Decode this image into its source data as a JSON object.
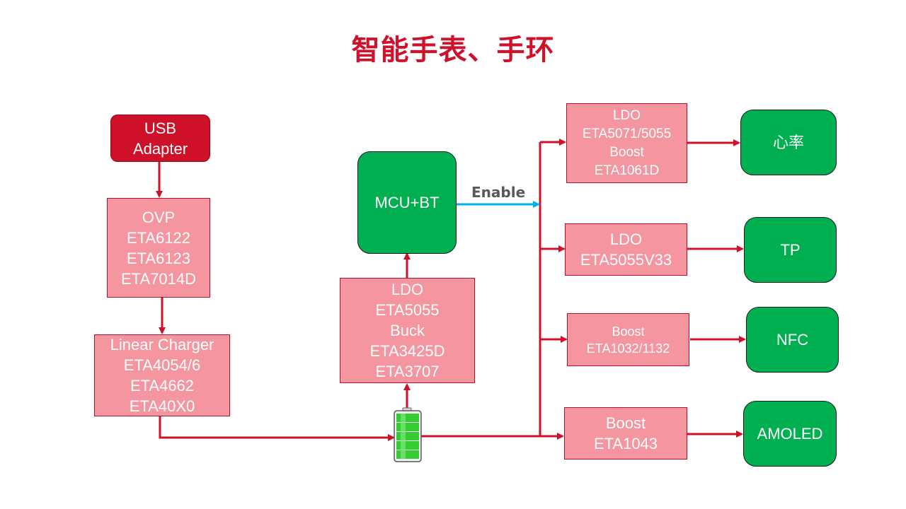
{
  "title": "智能手表、手环",
  "colors": {
    "title": "#d0112b",
    "converter_fill": "#f4959f",
    "load_fill": "#00b050",
    "source_fill": "#ce1128",
    "power_line": "#ce1128",
    "enable_line": "#00b0f0"
  },
  "nodes": {
    "usb": {
      "lines": [
        "USB",
        "Adapter"
      ]
    },
    "ovp": {
      "lines": [
        "OVP",
        "ETA6122",
        "ETA6123",
        "ETA7014D"
      ]
    },
    "charger": {
      "lines": [
        "Linear Charger",
        "ETA4054/6",
        "ETA4662",
        "ETA40X0"
      ]
    },
    "battery": {
      "icon": "battery-icon",
      "charge_level": 1.0
    },
    "mcu_ldo": {
      "lines": [
        "LDO",
        "ETA5055",
        "Buck",
        "ETA3425D",
        "ETA3707"
      ]
    },
    "mcu": {
      "label": "MCU+BT"
    },
    "enable_label": "Enable",
    "rail1": {
      "lines": [
        "LDO",
        "ETA5071/5055",
        "Boost",
        "ETA1061D"
      ]
    },
    "rail2": {
      "lines": [
        "LDO",
        "ETA5055V33"
      ]
    },
    "rail3": {
      "lines": [
        "Boost",
        "ETA1032/1132"
      ]
    },
    "rail4": {
      "lines": [
        "Boost",
        "ETA1043"
      ]
    },
    "load1": {
      "label": "心率"
    },
    "load2": {
      "label": "TP"
    },
    "load3": {
      "label": "NFC"
    },
    "load4": {
      "label": "AMOLED"
    }
  }
}
